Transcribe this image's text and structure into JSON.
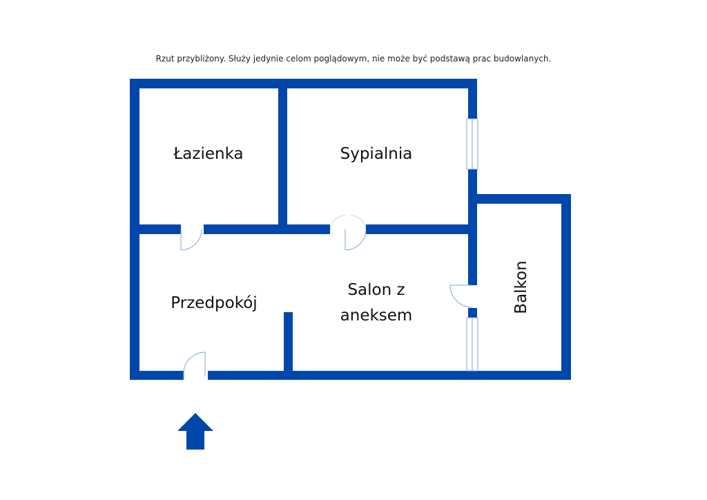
{
  "disclaimer": "Rzut przybliżony. Służy jedynie celom poglądowym, nie może być podstawą prac budowlanych.",
  "rooms": {
    "bathroom": "Łazienka",
    "bedroom": "Sypialnia",
    "hallway": "Przedpokój",
    "living_line1": "Salon z",
    "living_line2": "aneksem",
    "balcony": "Balkon"
  },
  "colors": {
    "wall": "#0047AB",
    "door_line": "#7FA7D9",
    "window_frame": "#7FA7D9"
  },
  "icons": {
    "entrance": "up-arrow-icon"
  }
}
